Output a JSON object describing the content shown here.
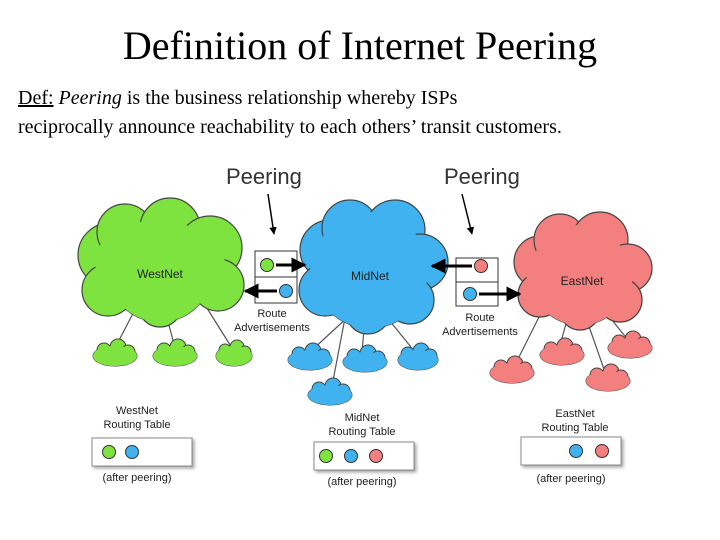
{
  "slide": {
    "title": "Definition of Internet Peering",
    "definition": {
      "prefix": "Def:",
      "term": "Peering",
      "line1_rest": " is the business relationship whereby ISPs",
      "line2": "reciprocally announce reachability to each others’ transit customers."
    }
  },
  "diagram": {
    "peering_labels": [
      "Peering",
      "Peering"
    ],
    "networks": {
      "west": {
        "name": "WestNet",
        "color": "#7fe33f"
      },
      "mid": {
        "name": "MidNet",
        "color": "#3fb2ef"
      },
      "east": {
        "name": "EastNet",
        "color": "#f37f7f"
      }
    },
    "route_ads_labels": [
      {
        "line1": "Route",
        "line2": "Advertisements"
      },
      {
        "line1": "Route",
        "line2": "Advertisements"
      }
    ],
    "routing_tables": {
      "west": {
        "line1": "WestNet",
        "line2": "Routing Table",
        "note": "(after peering)"
      },
      "mid": {
        "line1": "MidNet",
        "line2": "Routing Table",
        "note": "(after peering)"
      },
      "east": {
        "line1": "EastNet",
        "line2": "Routing Table",
        "note": "(after peering)"
      }
    }
  }
}
